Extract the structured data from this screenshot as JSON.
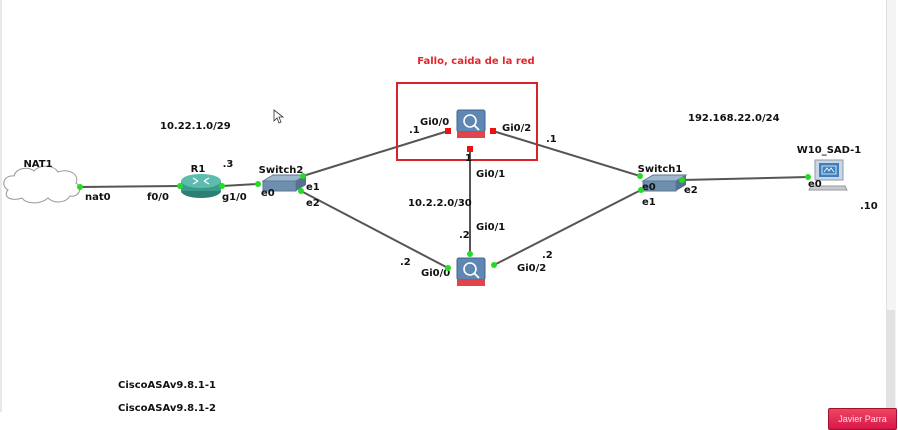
{
  "annotation": {
    "text": "Fallo, caida de la red",
    "color": "#e3262b"
  },
  "networks": [
    "10.22.1.0/29",
    "10.2.2.0/30",
    "192.168.22.0/24"
  ],
  "nodes": {
    "nat1": {
      "label": "NAT1",
      "port": "nat0"
    },
    "r1": {
      "label": "R1",
      "ports": [
        "f0/0",
        "g1/0"
      ],
      "ip": ".3"
    },
    "switch2": {
      "label": "Switch2",
      "ports": [
        "e0",
        "e1",
        "e2"
      ]
    },
    "asa1": {
      "ports": [
        "Gi0/0",
        "Gi0/2",
        "Gi0/1"
      ],
      "ips": [
        ".1",
        ".1",
        "1"
      ]
    },
    "asa2": {
      "ports": [
        "Gi0/0",
        "Gi0/2",
        "Gi0/1"
      ],
      "ips": [
        ".2",
        ".2",
        ".2"
      ]
    },
    "switch1": {
      "label": "Switch1",
      "ports": [
        "e0",
        "e1",
        "e2"
      ]
    },
    "w10": {
      "label": "W10_SAD-1",
      "port": "e0",
      "ip": ".10"
    }
  },
  "notes": [
    "CiscoASAv9.8.1-1",
    "CiscoASAv9.8.1-2"
  ],
  "user_badge": "Javier Parra",
  "colors": {
    "link": "#555555",
    "port_up": "#22dd22",
    "port_down": "#ee1111",
    "highlight_box": "#d8232a"
  }
}
